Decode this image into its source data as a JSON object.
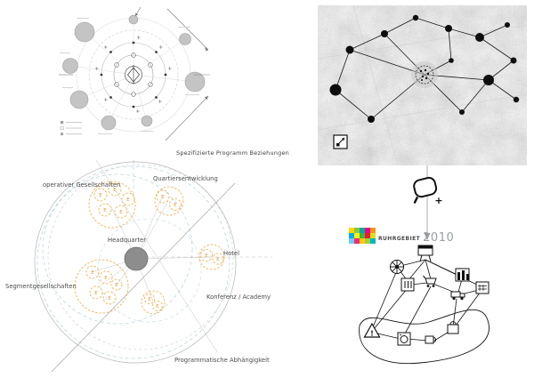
{
  "captions": {
    "program_relations": "Spezifizierte Programm Beziehungen"
  },
  "campus": {
    "labels": {
      "operative": "operativer Gesellschaften",
      "quartier": "Quartiersentwicklung",
      "headquarter": "Headquarter",
      "hotel": "Hotel",
      "segment": "Segmentgesellschaften",
      "konferenz": "Konferenz / Academy",
      "programmatic": "Programmatische Abhängigkeit"
    },
    "unit_letter": "E",
    "accent_orange": "#f2a93f",
    "accent_teal": "#a5cdd6"
  },
  "logo": {
    "title": "RUHRGEBIET",
    "year": "2010",
    "mosaic": [
      "#ffd500",
      "#8cc63f",
      "#00a99d",
      "#ec008c",
      "#f7941d",
      "#00aeef",
      "#fff200",
      "#39b54a",
      "#ed1c24",
      "#d7df23",
      "#6dcff6",
      "#ee2a7b",
      "#ffcb05",
      "#a6ce39",
      "#00b7bd"
    ]
  },
  "icons": {
    "warning_mark": "!"
  },
  "zoom": {
    "plus": "+"
  }
}
